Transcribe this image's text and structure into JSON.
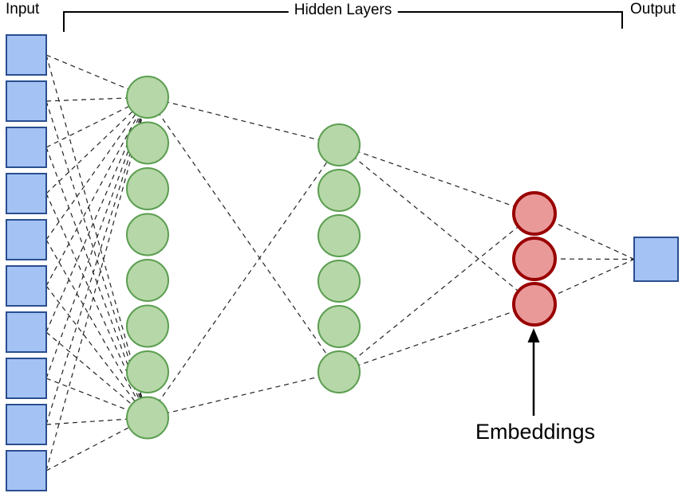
{
  "labels": {
    "input": "Input",
    "hidden_layers": "Hidden Layers",
    "output": "Output",
    "embeddings": "Embeddings"
  },
  "diagram": {
    "colors": {
      "node_blue_fill": "#a4c2f4",
      "node_blue_stroke": "#2a4e8f",
      "node_green_fill": "#b6d7a8",
      "node_green_stroke": "#5b9e50",
      "node_red_fill": "#ea9999",
      "node_red_stroke": "#990000",
      "edge": "#222222",
      "bracket": "#000000",
      "annotation": "#000000"
    },
    "layers": {
      "input": {
        "type": "squares",
        "count": 10
      },
      "hidden1": {
        "type": "circles",
        "count": 8
      },
      "hidden2": {
        "type": "circles",
        "count": 6
      },
      "embeddings": {
        "type": "circles",
        "count": 3
      },
      "output": {
        "type": "squares",
        "count": 1
      }
    }
  }
}
